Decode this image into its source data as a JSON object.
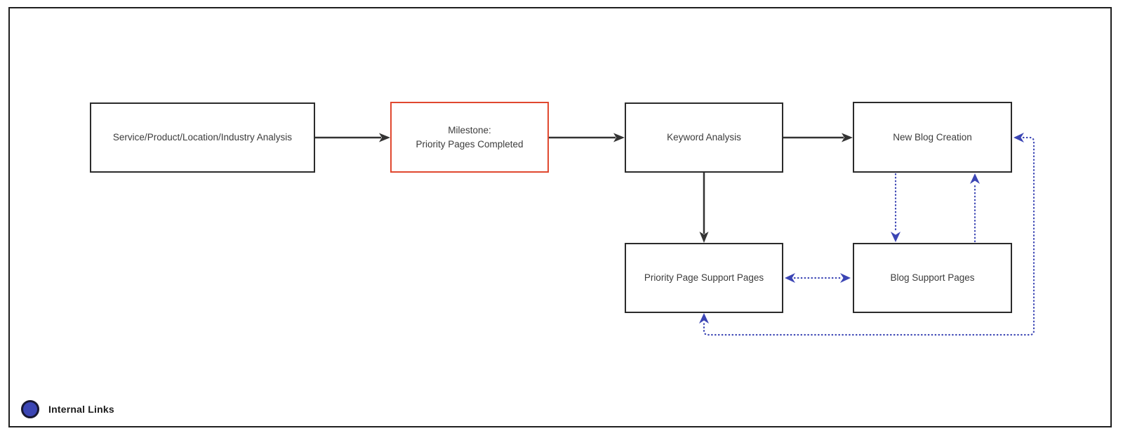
{
  "diagram": {
    "nodes": {
      "analysis": {
        "label": "Service/Product/Location/Industry Analysis"
      },
      "milestone": {
        "label": "Milestone:\nPriority Pages Completed"
      },
      "keyword": {
        "label": "Keyword Analysis"
      },
      "new_blog": {
        "label": "New Blog Creation"
      },
      "priority_support": {
        "label": "Priority Page Support Pages"
      },
      "blog_support": {
        "label": "Blog Support Pages"
      }
    },
    "edges": [
      {
        "from": "analysis",
        "to": "milestone",
        "type": "flow"
      },
      {
        "from": "milestone",
        "to": "keyword",
        "type": "flow"
      },
      {
        "from": "keyword",
        "to": "new_blog",
        "type": "flow"
      },
      {
        "from": "keyword",
        "to": "priority_support",
        "type": "flow"
      },
      {
        "from": "new_blog",
        "to": "blog_support",
        "type": "internal-link"
      },
      {
        "from": "blog_support",
        "to": "new_blog",
        "type": "internal-link"
      },
      {
        "from": "priority_support",
        "to": "blog_support",
        "type": "internal-link-bidirectional"
      },
      {
        "from": "priority_support",
        "to": "new_blog",
        "type": "internal-link-bidirectional"
      }
    ],
    "legend": {
      "label": "Internal Links"
    },
    "colors": {
      "node_border": "#2b2b2b",
      "milestone_border": "#e0482f",
      "flow_arrow": "#333333",
      "internal_link": "#3b45b4",
      "legend_circle_fill": "#3b45b4",
      "legend_circle_border": "#181833",
      "frame_border": "#1f1f1f"
    }
  }
}
